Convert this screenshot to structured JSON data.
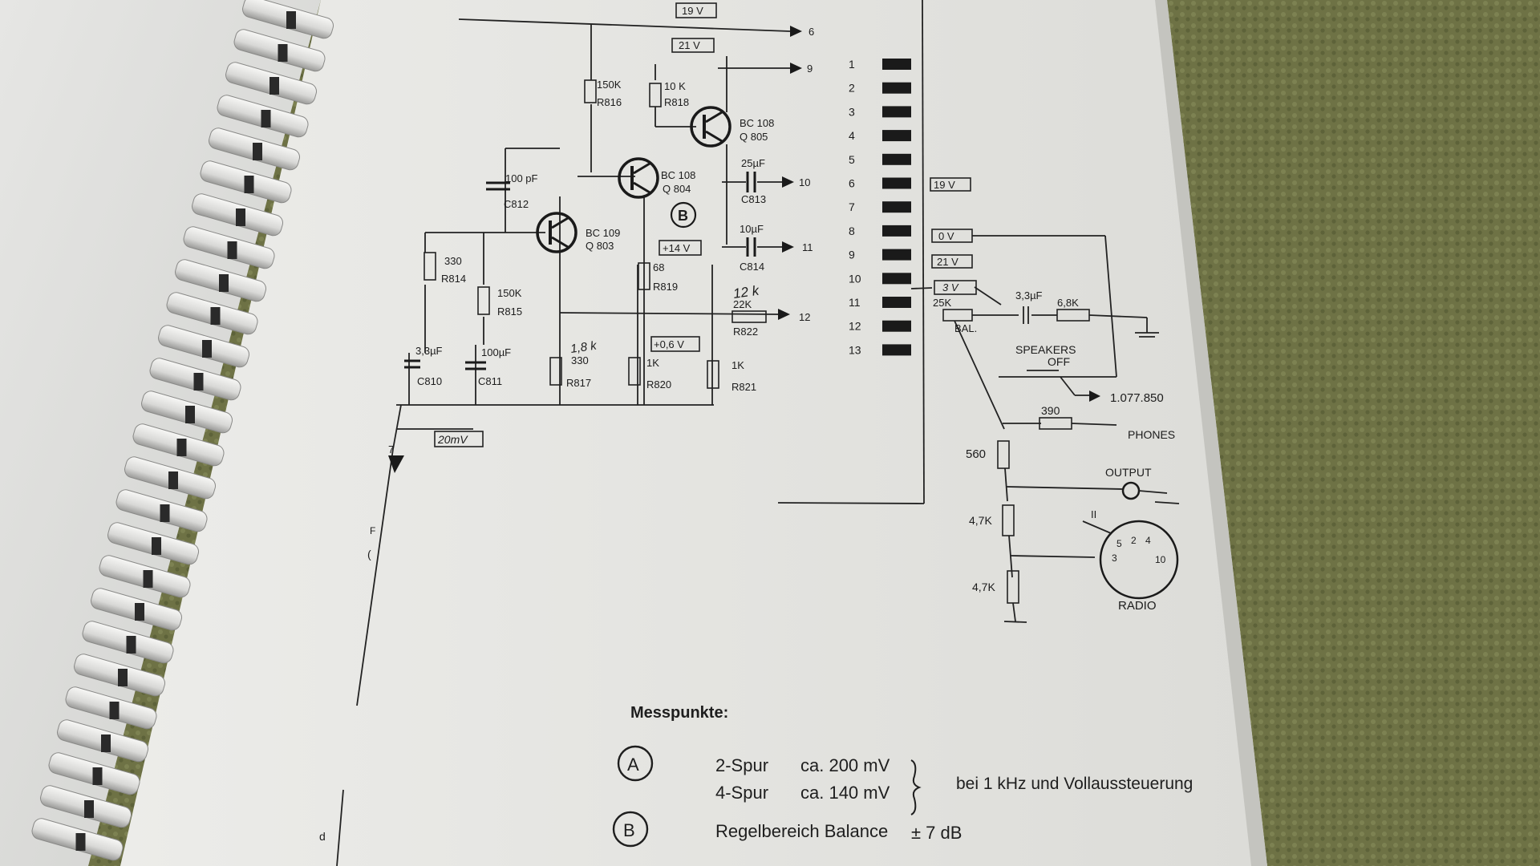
{
  "schematic": {
    "voltage_boxes": [
      "19 V",
      "21 V",
      "+14 V",
      "+0,6 V",
      "20mV",
      "19 V",
      "0 V",
      "21 V",
      "3 V"
    ],
    "outputs": [
      "6",
      "9",
      "10",
      "11",
      "12",
      "7"
    ],
    "components": [
      {
        "value": "150K",
        "ref": "R816"
      },
      {
        "value": "10 K",
        "ref": "R818"
      },
      {
        "value": "BC 108",
        "ref": "Q 805"
      },
      {
        "value": "BC 108",
        "ref": "Q 804"
      },
      {
        "value": "BC 109",
        "ref": "Q 803"
      },
      {
        "value": "100 pF",
        "ref": "C812"
      },
      {
        "value": "25µF",
        "ref": "C813"
      },
      {
        "value": "10µF",
        "ref": "C814"
      },
      {
        "value": "68",
        "ref": "R819"
      },
      {
        "value": "22K",
        "ref": "R822"
      },
      {
        "value": "330",
        "ref": "R814"
      },
      {
        "value": "150K",
        "ref": "R815"
      },
      {
        "value": "3,3µF",
        "ref": "C810"
      },
      {
        "value": "100µF",
        "ref": "C811"
      },
      {
        "value": "330",
        "ref": "R817"
      },
      {
        "value": "1K",
        "ref": "R820"
      },
      {
        "value": "1K",
        "ref": "R821"
      }
    ],
    "handwritten": [
      "12 k",
      "1,8 k"
    ],
    "testpoint_b": "B",
    "connector_pins": [
      "1",
      "2",
      "3",
      "4",
      "5",
      "6",
      "7",
      "8",
      "9",
      "10",
      "11",
      "12",
      "13"
    ],
    "right": {
      "pot": "25K",
      "bal": "BAL.",
      "cap": "3,3µF",
      "res": "6,8K",
      "speakers": "SPEAKERS",
      "off": "OFF",
      "part_no": "1.077.850",
      "r390": "390",
      "phones": "PHONES",
      "r560": "560",
      "output": "OUTPUT",
      "r47a": "4,7K",
      "r47b": "4,7K",
      "din_roman": "II",
      "din_pins": [
        "5",
        "2",
        "4",
        "3",
        "10"
      ],
      "radio": "RADIO"
    },
    "margin_marks": [
      "F",
      "(",
      "d"
    ]
  },
  "messpunkte": {
    "heading": "Messpunkte:",
    "a_label": "A",
    "a_rows": [
      {
        "spur": "2-Spur",
        "value": "ca. 200 mV"
      },
      {
        "spur": "4-Spur",
        "value": "ca. 140 mV"
      }
    ],
    "a_note": "bei 1 kHz und Vollaussteuerung",
    "b_label": "B",
    "b_text": "Regelbereich Balance",
    "b_value": "± 7 dB"
  }
}
